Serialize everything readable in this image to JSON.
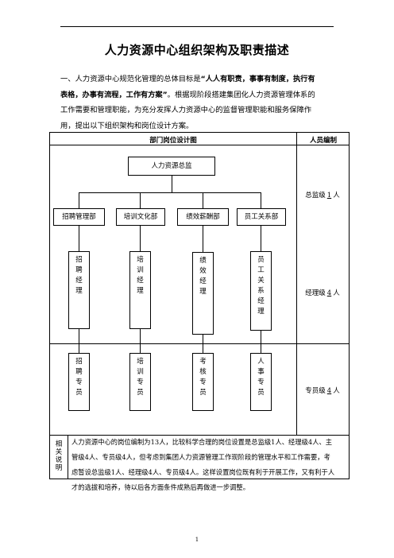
{
  "title": "人力资源中心组织架构及职责描述",
  "intro": {
    "p1": "一、人力资源中心规范化管理的总体目标是",
    "bold1": "“人人有职责，事事有制度，执行有",
    "bold2": "表格，办事有流程，工作有方案”",
    "p2": "。根据现阶段搭建集团化人力资源管理体系的",
    "p3": "工作需要和管理职能，为充分发挥人力资源中心的监督管理职能和服务保障作",
    "p4": "用，提出以下组织架构和岗位设计方案。"
  },
  "table": {
    "header_design": "部门岗位设计图",
    "header_staff": "人员编制",
    "root": "人力资源总监",
    "departments": [
      "招聘管理部",
      "培训文化部",
      "绩效薪酬部",
      "员工关系部"
    ],
    "managers": [
      [
        "招",
        "聘",
        "经",
        "理"
      ],
      [
        "培",
        "训",
        "经",
        "理"
      ],
      [
        "绩",
        "效",
        "经",
        "理"
      ],
      [
        "员",
        "工",
        "关",
        "系",
        "经",
        "理"
      ]
    ],
    "specialists": [
      [
        "招",
        "聘",
        "专",
        "员"
      ],
      [
        "培",
        "训",
        "专",
        "员"
      ],
      [
        "考",
        "核",
        "专",
        "员"
      ],
      [
        "人",
        "事",
        "专",
        "员"
      ]
    ],
    "staff": {
      "director_prefix": "总监级",
      "director_count": "1",
      "director_suffix": "人",
      "manager_prefix": "经理级",
      "manager_count": "4",
      "manager_suffix": "人",
      "specialist_prefix": "专员级",
      "specialist_count": "4",
      "specialist_suffix": "人"
    },
    "notes_label": [
      "相",
      "关",
      "说",
      "明"
    ],
    "notes_lines": [
      "人力资源中心的岗位编制为13人，比较科学合理的岗位设置是总监级1人、经理级4人、主",
      "管级4人、专员级4人，但考虑到集团人力资源管理工作现阶段的管理水平和工作需要，考",
      "虑暂设总监级1人、经理级4人、专员级4人。这样设置岗位既有利于开展工作，又有利于人",
      "才的选拔和培养，待以后各方面条件成熟后再做进一步调整。"
    ]
  },
  "page_number": "1"
}
